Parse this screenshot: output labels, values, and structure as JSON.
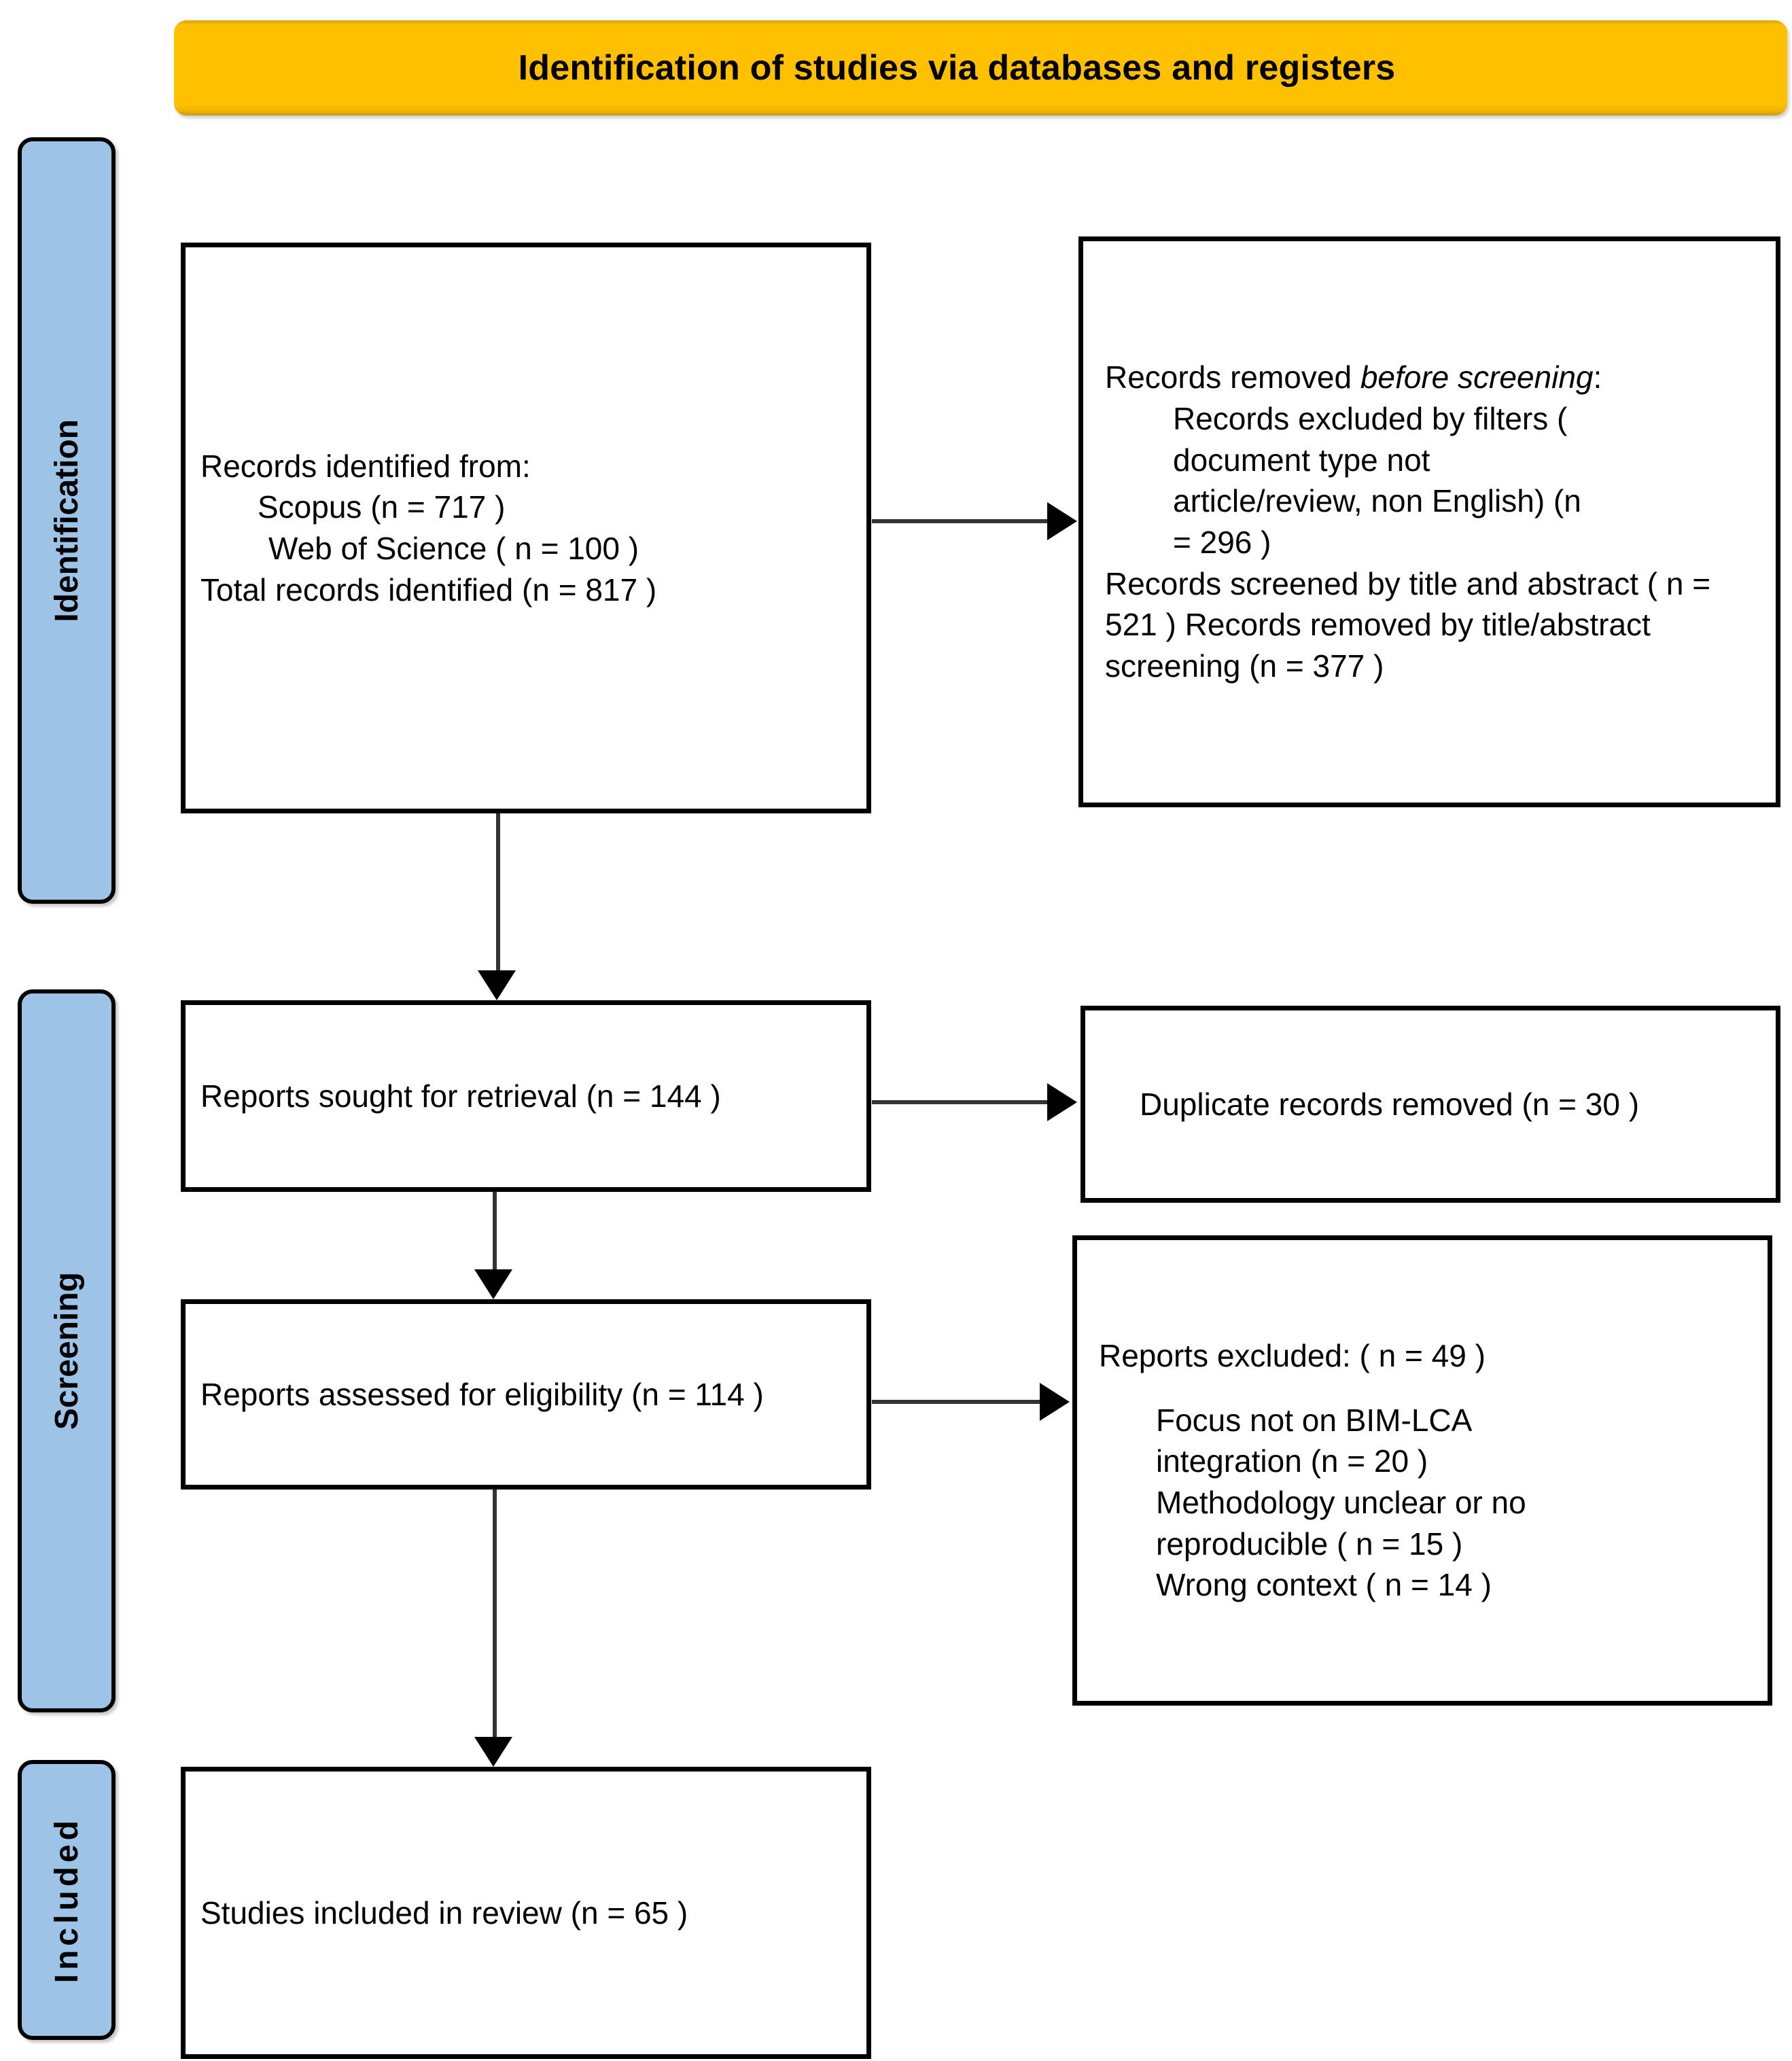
{
  "header": {
    "title": "Identification of studies via databases and registers",
    "bar_color": "#FFC000"
  },
  "stages": {
    "accent_color": "#9DC3E6",
    "identification": "Identification",
    "screening": "Screening",
    "included": "Included"
  },
  "boxes": {
    "identified": {
      "line1": "Records identified from:",
      "line2": "Scopus (n = 717 )",
      "line3": "Web of Science ( n = 100 )",
      "line4": "Total records identified (n = 817 )"
    },
    "removed_before_screening": {
      "heading_plain": "Records removed ",
      "heading_italic_a": "before",
      "heading_italic_b": "screening",
      "heading_colon": ":",
      "sub1": "Records excluded by filters (",
      "sub2": "document type not",
      "sub3": "article/review, non English) (n",
      "sub4": "= 296 )",
      "line2a": "Records screened by title and",
      "line2b": "abstract ( n = 521 )",
      "line3a": "Records removed by",
      "line3b": "title/abstract screening (n = 377 )"
    },
    "sought": {
      "line1": "Reports sought for retrieval",
      "line2": "(n = 144 )"
    },
    "duplicates": {
      "line1": "Duplicate records removed",
      "line2": "(n = 30 )"
    },
    "assessed": {
      "line1": "Reports assessed for eligibility",
      "line2": "(n = 114 )"
    },
    "excluded": {
      "line1": "Reports excluded: ( n = 49 )",
      "reason1a": "Focus not on BIM-LCA",
      "reason1b": "integration (n = 20 )",
      "reason2a": "Methodology unclear or no",
      "reason2b": "reproducible ( n = 15 )",
      "reason3": "Wrong context ( n = 14 )"
    },
    "included": {
      "line1": "Studies included in review",
      "line2": "(n = 65 )"
    }
  },
  "chart_data": {
    "type": "diagram",
    "title": "Identification of studies via databases and registers",
    "flow": [
      {
        "stage": "Identification",
        "node": "Records identified from Scopus",
        "n": 717
      },
      {
        "stage": "Identification",
        "node": "Records identified from Web of Science",
        "n": 100
      },
      {
        "stage": "Identification",
        "node": "Total records identified",
        "n": 817
      },
      {
        "stage": "Identification",
        "node": "Records excluded by filters (document type not article/review, non English)",
        "n": 296
      },
      {
        "stage": "Identification",
        "node": "Records screened by title and abstract",
        "n": 521
      },
      {
        "stage": "Identification",
        "node": "Records removed by title/abstract screening",
        "n": 377
      },
      {
        "stage": "Screening",
        "node": "Reports sought for retrieval",
        "n": 144
      },
      {
        "stage": "Screening",
        "node": "Duplicate records removed",
        "n": 30
      },
      {
        "stage": "Screening",
        "node": "Reports assessed for eligibility",
        "n": 114
      },
      {
        "stage": "Screening",
        "node": "Reports excluded",
        "n": 49
      },
      {
        "stage": "Screening",
        "node": "Focus not on BIM-LCA integration",
        "n": 20
      },
      {
        "stage": "Screening",
        "node": "Methodology unclear or no reproducible",
        "n": 15
      },
      {
        "stage": "Screening",
        "node": "Wrong context",
        "n": 14
      },
      {
        "stage": "Included",
        "node": "Studies included in review",
        "n": 65
      }
    ]
  }
}
